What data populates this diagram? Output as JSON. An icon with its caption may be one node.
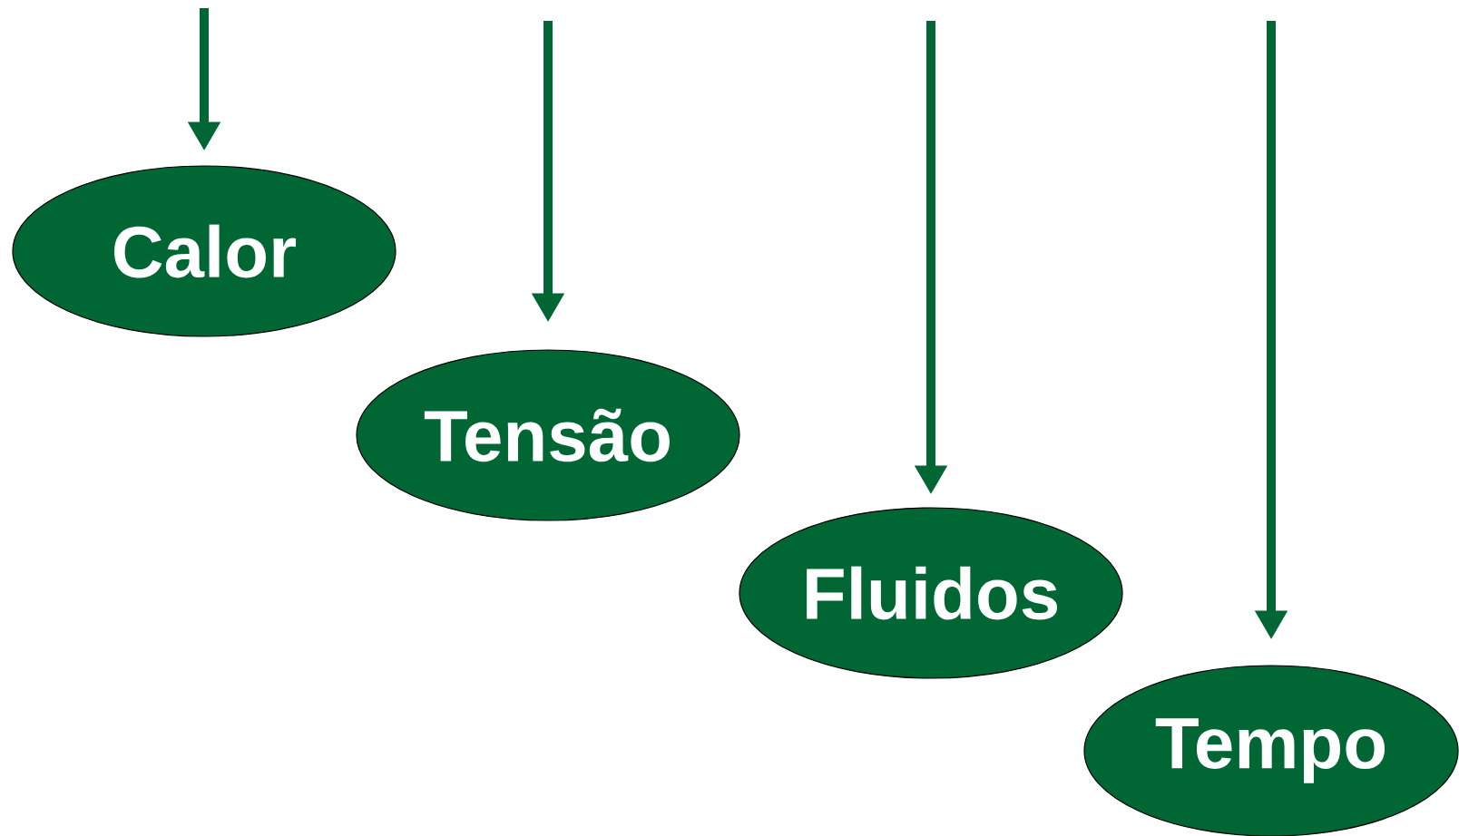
{
  "diagram": {
    "nodes": [
      {
        "text": [
          "Calor"
        ]
      },
      {
        "text": [
          "Tensão"
        ]
      },
      {
        "text": [
          "Fluidos"
        ]
      },
      {
        "text": [
          "Tempo"
        ]
      }
    ],
    "edges": [
      {
        "from": null,
        "to": 0,
        "arrow": "to"
      },
      {
        "from": null,
        "to": 1,
        "arrow": "to"
      },
      {
        "from": null,
        "to": 2,
        "arrow": "to"
      },
      {
        "from": null,
        "to": 3,
        "arrow": "to"
      }
    ]
  }
}
